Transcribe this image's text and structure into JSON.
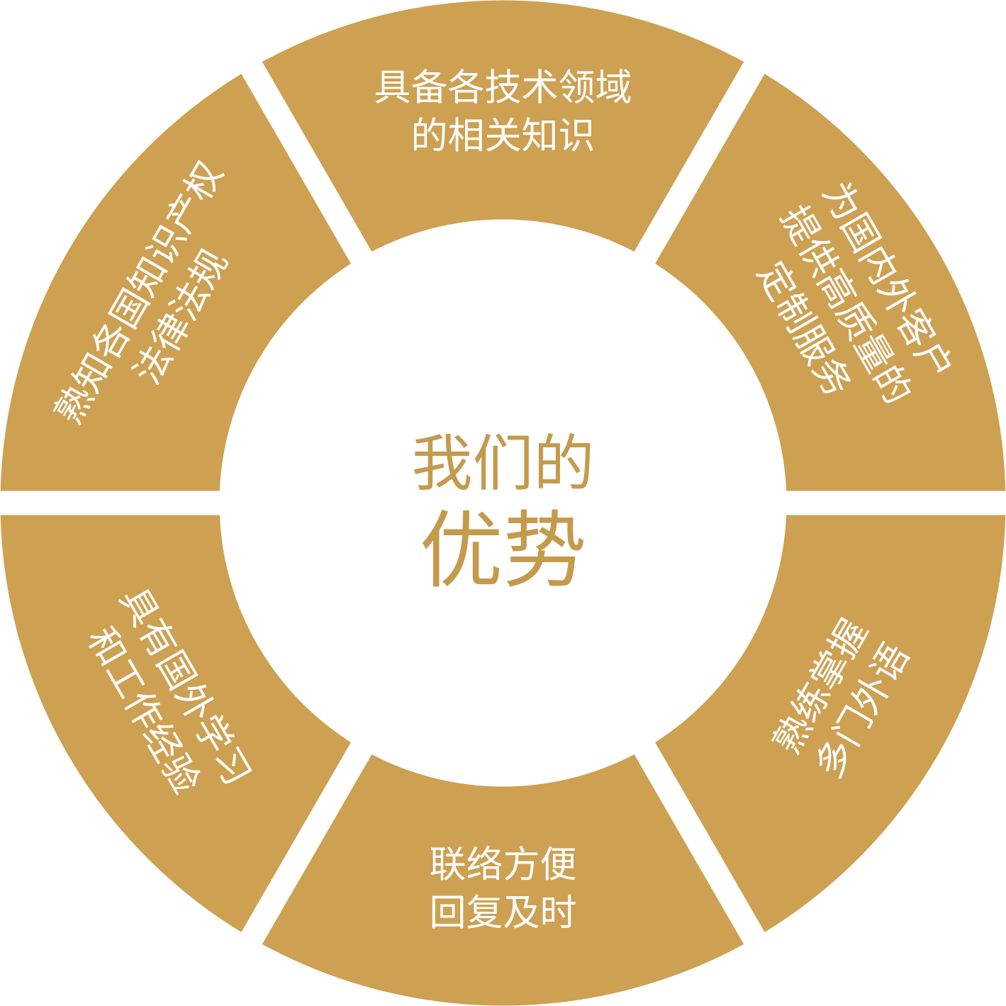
{
  "colors": {
    "segment": "#CDA052",
    "center_text": "#C49A4C",
    "segment_text": "#FFFFFF",
    "background": "#FFFFFF"
  },
  "center": {
    "line1": "我们的",
    "line2": "优势"
  },
  "segments": [
    {
      "id": "top",
      "lines": [
        "具备各技术领域",
        "的相关知识"
      ]
    },
    {
      "id": "upper-right",
      "lines": [
        "为国内外客户",
        "提供高质量的",
        "定制服务"
      ]
    },
    {
      "id": "lower-right",
      "lines": [
        "熟练掌握",
        "多门外语"
      ]
    },
    {
      "id": "bottom",
      "lines": [
        "联络方便",
        "回复及时"
      ]
    },
    {
      "id": "lower-left",
      "lines": [
        "具有国外学习",
        "和工作经验"
      ]
    },
    {
      "id": "upper-left",
      "lines": [
        "熟知各国知识产权",
        "法律法规"
      ]
    }
  ]
}
